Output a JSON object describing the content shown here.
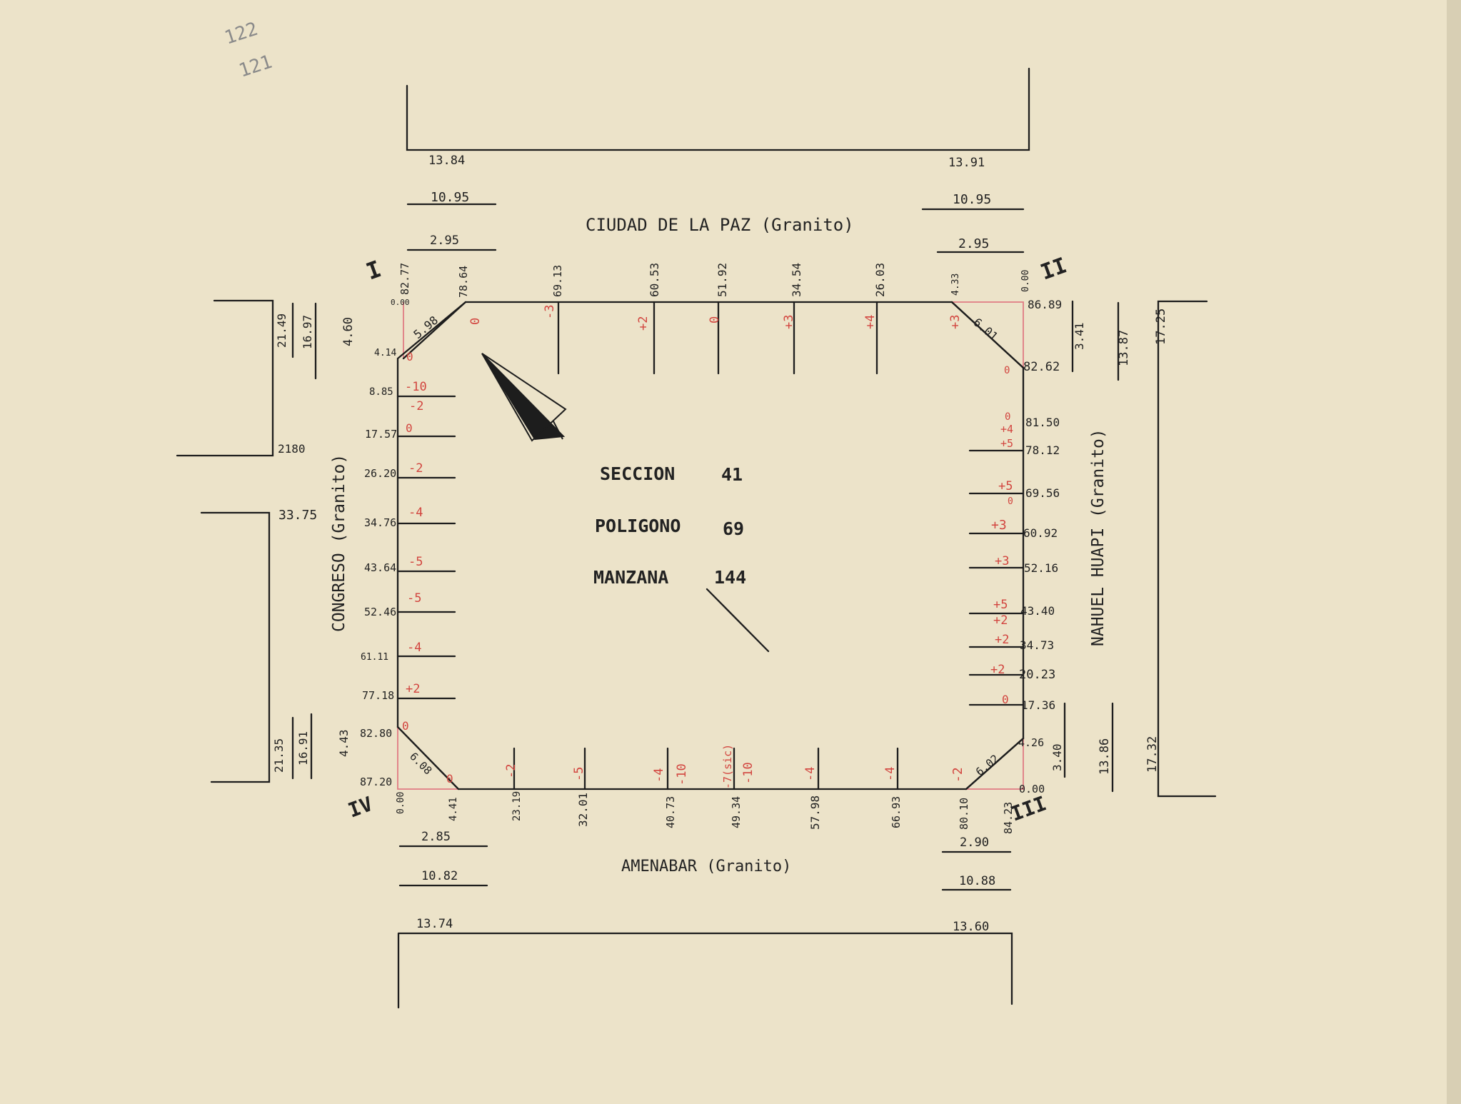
{
  "archive_marks": [
    "122",
    "121"
  ],
  "title": {
    "seccion_label": "SECCION",
    "seccion_value": "41",
    "poligono_label": "POLIGONO",
    "poligono_value": "69",
    "manzana_label": "MANZANA",
    "manzana_value": "144"
  },
  "streets": {
    "top": "CIUDAD DE LA PAZ (Granito)",
    "bottom": "AMENABAR (Granito)",
    "left": "CONGRESO (Granito)",
    "right": "NAHUEL HUAPI (Granito)"
  },
  "corners": {
    "i": "I",
    "ii": "II",
    "iii": "III",
    "iv": "IV"
  },
  "chamfers": {
    "i": "5.98",
    "ii": "6.01",
    "iii": "6.02",
    "iv": "6.08"
  },
  "top_side": {
    "outer": [
      "13.84",
      "13.91"
    ],
    "left_offsets": [
      "10.95",
      "2.95"
    ],
    "right_offsets": [
      "10.95",
      "2.95"
    ],
    "ticks": [
      "0.00",
      "82.77",
      "78.64",
      "69.13",
      "60.53",
      "51.92",
      "34.54",
      "26.03",
      "4.33",
      "0.00",
      "86.89"
    ],
    "levels": [
      "0",
      "-3",
      "+2",
      "0",
      "+3",
      "+4",
      "+3"
    ]
  },
  "left_side": {
    "outer": [
      "21.49",
      "16.97",
      "4.60",
      "2180",
      "33.75",
      "21.35",
      "16.91",
      "4.43"
    ],
    "ticks": [
      "4.14",
      "8.85",
      "17.57",
      "26.20",
      "34.76",
      "43.64",
      "52.46",
      "61.11",
      "77.18",
      "82.80",
      "87.20"
    ],
    "levels": [
      "0",
      "-10",
      "-2",
      "0",
      "-2",
      "-4",
      "-5",
      "-5",
      "-4",
      "+2",
      "0"
    ]
  },
  "right_side": {
    "outer": [
      "3.41",
      "13.87",
      "17.25",
      "3.40",
      "13.86",
      "17.32"
    ],
    "ticks": [
      "82.62",
      "81.50",
      "78.12",
      "69.56",
      "60.92",
      "52.16",
      "43.40",
      "34.73",
      "20.23",
      "17.36",
      "4.26",
      "0.00"
    ],
    "levels": [
      "0",
      "0",
      "+4",
      "+5",
      "+5",
      "0",
      "+3",
      "+3",
      "+5",
      "+2",
      "+2",
      "+2",
      "0"
    ]
  },
  "bottom_side": {
    "outer": [
      "13.74",
      "13.60"
    ],
    "left_offsets": [
      "2.85",
      "10.82"
    ],
    "right_offsets": [
      "2.90",
      "10.88"
    ],
    "ticks": [
      "0.00",
      "4.41",
      "23.19",
      "32.01",
      "40.73",
      "49.34",
      "57.98",
      "66.93",
      "80.10",
      "84.23"
    ],
    "levels": [
      "0",
      "-2",
      "-5",
      "-4",
      "-10",
      "-7(sic)",
      "-10",
      "-4",
      "-4",
      "-2"
    ]
  }
}
